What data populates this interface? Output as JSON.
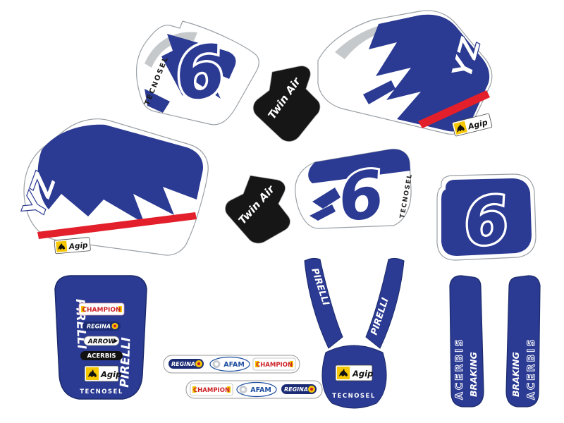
{
  "kit": {
    "description": "motocross graphics decal kit sheet",
    "number": "6"
  },
  "number6": "6",
  "brands": {
    "tecnosel": "TECNOSEL",
    "twin_air": "Twin Air",
    "agip": "Agip",
    "pirelli": "PIRELLI",
    "champion": "CHAMPION",
    "regina": "REGINA",
    "arrow": "ARROW",
    "acerbis": "ACERBIS",
    "afam": "AFAM",
    "braking": "BRAKING",
    "yz_logo": "YZ"
  },
  "colors": {
    "blue": "#2b3a92",
    "dark_blue_edge": "#1a2a6a",
    "red": "#e31f2b",
    "black": "#161616",
    "gray_swoosh": "#c6c9cc",
    "agip_yellow": "#f6c700",
    "champion_red": "#cc2127",
    "regina_navy": "#1c2c74",
    "afam_blue": "#1f4fa0",
    "white": "#ffffff"
  }
}
